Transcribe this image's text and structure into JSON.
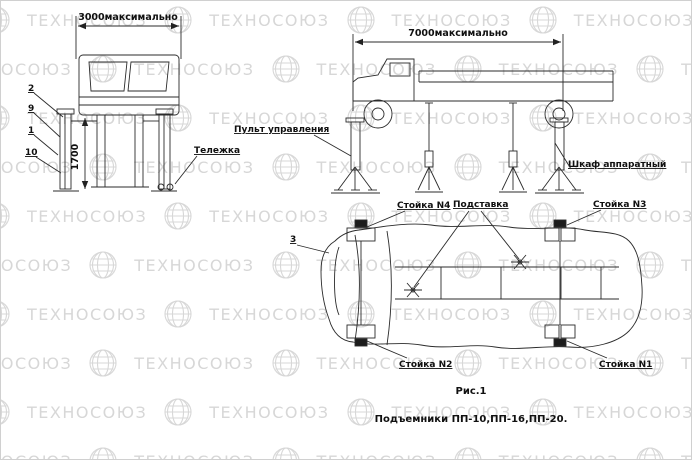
{
  "watermark": {
    "text": "ТЕХНОСОЮЗ"
  },
  "front_view": {
    "dim_width": "3000максимально",
    "dim_height": "1700",
    "callout_2": "2",
    "callout_9": "9",
    "callout_1": "1",
    "callout_10": "10",
    "label_trolley": "Тележка"
  },
  "side_view": {
    "dim_length": "7000максимально",
    "label_control_panel": "Пульт управления",
    "label_cabinet": "Шкаф аппаратный"
  },
  "top_view": {
    "callout_3": "3",
    "label_stand_n4": "Стойка N4",
    "label_support": "Подставка",
    "label_stand_n3": "Стойка N3",
    "label_stand_n2": "Стойка N2",
    "label_stand_n1": "Стойка N1"
  },
  "caption": {
    "figure": "Рис.1",
    "title": "Подъемники ПП-10,ПП-16,ПП-20."
  }
}
